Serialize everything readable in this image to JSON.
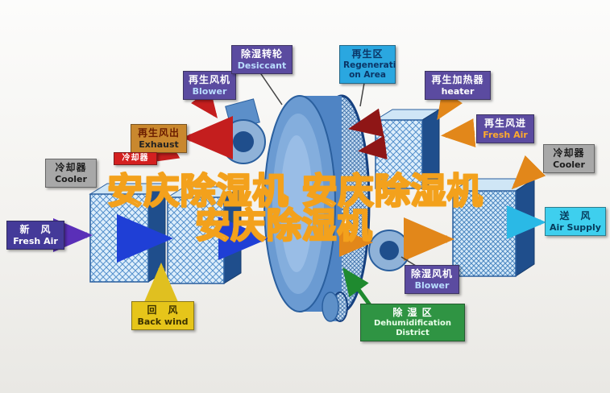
{
  "watermark": {
    "line1": "安庆除湿机 安庆除湿机",
    "line2": "安庆除湿机"
  },
  "labels": {
    "regen_blower": {
      "zh": "再生风机",
      "en": "Blower"
    },
    "desiccant": {
      "zh": "除湿转轮",
      "en": "Desiccant"
    },
    "regen_area": {
      "zh": "再生区",
      "en_line1": "Regenerati",
      "en_line2": "on Area"
    },
    "regen_heater": {
      "zh": "再生加热器",
      "en": "heater"
    },
    "exhaust": {
      "zh": "再生风出",
      "en": "Exhaust"
    },
    "regen_fresh_air": {
      "zh": "再生风进",
      "en": "Fresh Air"
    },
    "cooler_left": {
      "zh": "冷却器",
      "en": "Cooler"
    },
    "cooler_small": {
      "zh": "冷却器"
    },
    "cooler_right": {
      "zh": "冷却器",
      "en": "Cooler"
    },
    "fresh_air": {
      "zh": "新　风",
      "en": "Fresh Air"
    },
    "air_supply": {
      "zh": "送　风",
      "en": "Air Supply"
    },
    "back_wind": {
      "zh": "回　风",
      "en": "Back wind"
    },
    "dehumid_blower": {
      "zh": "除湿风机",
      "en": "Blower"
    },
    "dehumid_district": {
      "zh": "除 湿 区",
      "en_line1": "Dehumidification",
      "en_line2": "District"
    }
  },
  "colors": {
    "purple_label": "#5b4ba0",
    "blue_label": "#2aa7e0",
    "gray_label": "#a8a8a8",
    "red_label": "#d42020",
    "tan_label": "#c9882e",
    "cyan_label": "#3ecfee",
    "yellow_label": "#e6c51a",
    "green_label": "#2f9443",
    "watermark_fill": "#ffffff",
    "watermark_outline": "#f3a11c",
    "arrow_red": "#c41e1e",
    "arrow_dark_red": "#8f1616",
    "arrow_orange": "#e2871a",
    "arrow_blue": "#1f3fd6",
    "arrow_purple": "#5a2fb8",
    "arrow_cyan": "#2ab9e6",
    "arrow_yellow": "#e0c020",
    "arrow_green": "#1f8a2f",
    "wheel_blue": "#6b9bd2"
  }
}
